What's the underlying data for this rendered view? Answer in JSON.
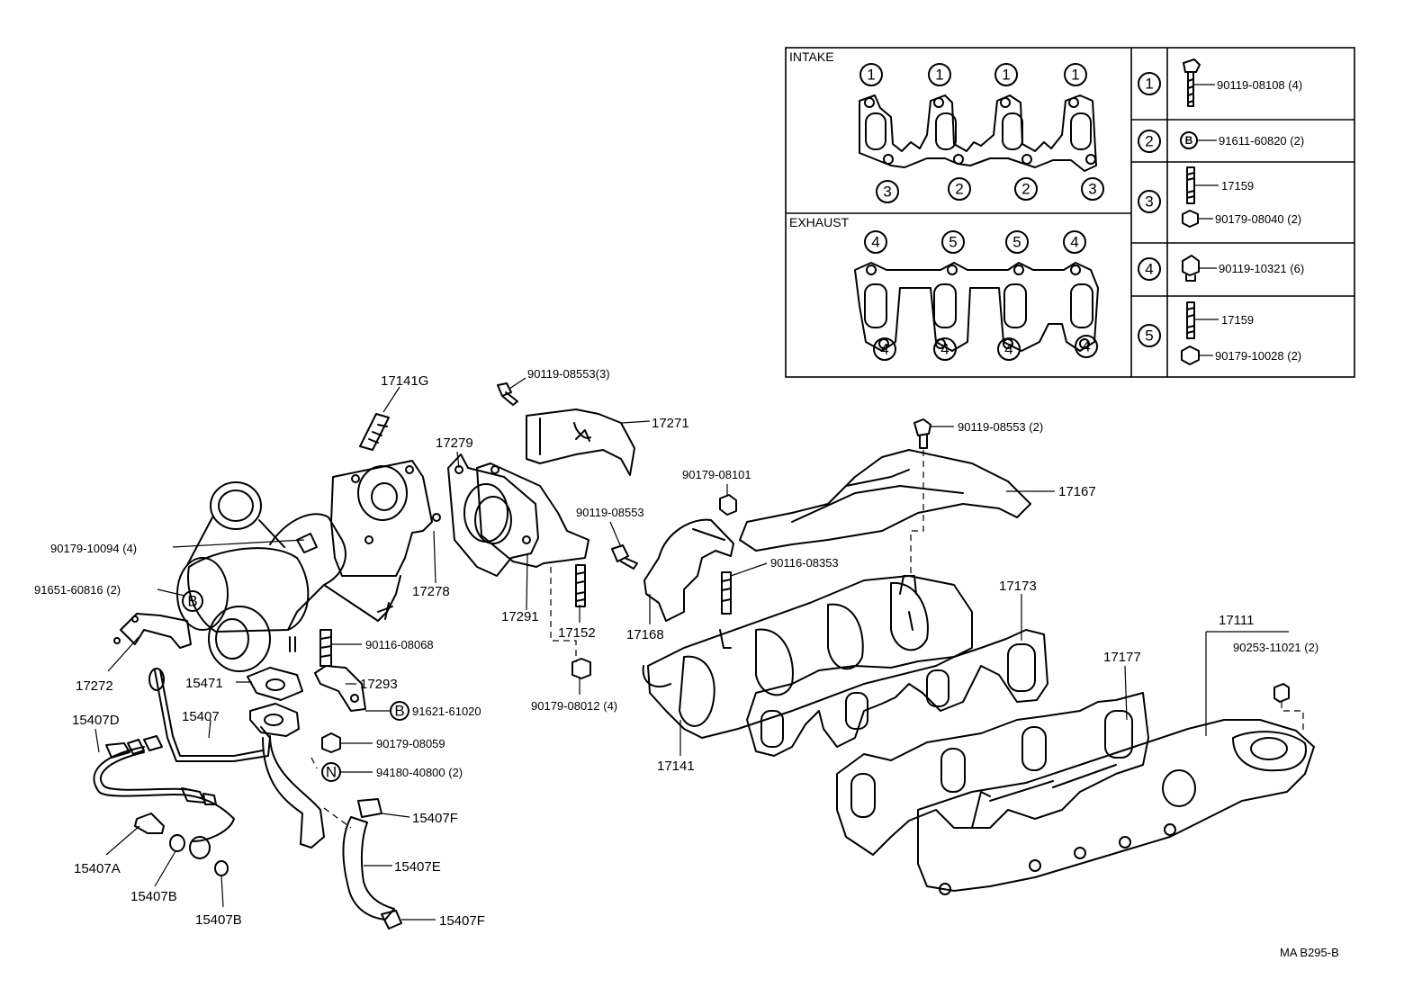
{
  "table": {
    "intake_header": "INTAKE",
    "exhaust_header": "EXHAUST",
    "intake_top_markers": [
      "1",
      "1",
      "1",
      "1"
    ],
    "intake_bottom_markers": [
      "3",
      "2",
      "2",
      "3"
    ],
    "exhaust_top_markers": [
      "4",
      "5",
      "5",
      "4"
    ],
    "exhaust_bottom_markers": [
      "4",
      "4",
      "4",
      "4"
    ],
    "rows": [
      {
        "marker": "1",
        "items": [
          "90119-08108 (4)"
        ]
      },
      {
        "marker": "2",
        "prefix": "B",
        "items": [
          "91611-60820 (2)"
        ]
      },
      {
        "marker": "3",
        "items": [
          "17159",
          "90179-08040 (2)"
        ]
      },
      {
        "marker": "4",
        "items": [
          "90119-10321 (6)"
        ]
      },
      {
        "marker": "5",
        "items": [
          "17159",
          "90179-10028 (2)"
        ]
      }
    ]
  },
  "callouts": {
    "p17141G": "17141G",
    "p90119_08553_3": "90119-08553(3)",
    "p17271": "17271",
    "p17279": "17279",
    "p90179_10094": "90179-10094 (4)",
    "p91651_60816": "91651-60816 (2)",
    "p17278": "17278",
    "p17291": "17291",
    "p17152": "17152",
    "p90119_08553": "90119-08553",
    "p90179_08101": "90179-08101",
    "p90119_08553_2": "90119-08553 (2)",
    "p17167": "17167",
    "p90116_08353": "90116-08353",
    "p17168": "17168",
    "p17173": "17173",
    "p17272": "17272",
    "p90116_08068": "90116-08068",
    "p15471": "15471",
    "p17293": "17293",
    "p91621_61020": "91621-61020",
    "p90179_08059": "90179-08059",
    "p94180_40800": "94180-40800 (2)",
    "p90179_08012": "90179-08012 (4)",
    "p17141": "17141",
    "p17177": "17177",
    "p17111": "17111",
    "p90253_11021": "90253-11021 (2)",
    "p15407D": "15407D",
    "p15407": "15407",
    "p15407F_a": "15407F",
    "p15407E": "15407E",
    "p15407F_b": "15407F",
    "p15407A": "15407A",
    "p15407B_a": "15407B",
    "p15407B_b": "15407B"
  },
  "markers": {
    "B": "B",
    "N": "N"
  },
  "footer_code": "MA B295-B"
}
